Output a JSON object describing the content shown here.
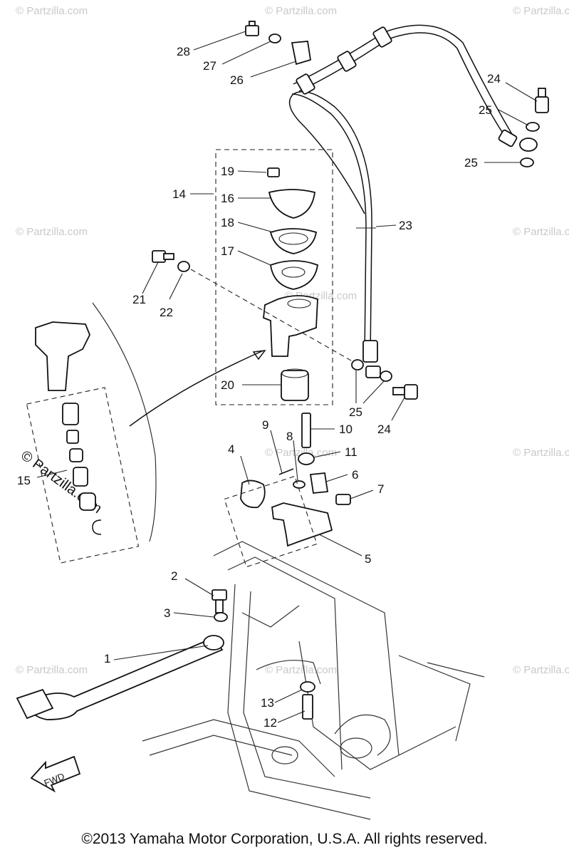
{
  "diagram": {
    "callouts": {
      "c1": "1",
      "c2": "2",
      "c3": "3",
      "c4": "4",
      "c5": "5",
      "c6": "6",
      "c7": "7",
      "c8": "8",
      "c9": "9",
      "c10": "10",
      "c11": "11",
      "c12": "12",
      "c13": "13",
      "c14": "14",
      "c15": "15",
      "c16": "16",
      "c17": "17",
      "c18": "18",
      "c19": "19",
      "c20": "20",
      "c21": "21",
      "c22": "22",
      "c23": "23",
      "c24a": "24",
      "c24b": "24",
      "c25a": "25",
      "c25b": "25",
      "c25c": "25",
      "c26": "26",
      "c27": "27",
      "c28": "28"
    },
    "fwd_label": "FWD",
    "watermark": "© Partzilla.com"
  },
  "copyright": "©2013  Yamaha Motor Corporation, U.S.A. All rights reserved."
}
